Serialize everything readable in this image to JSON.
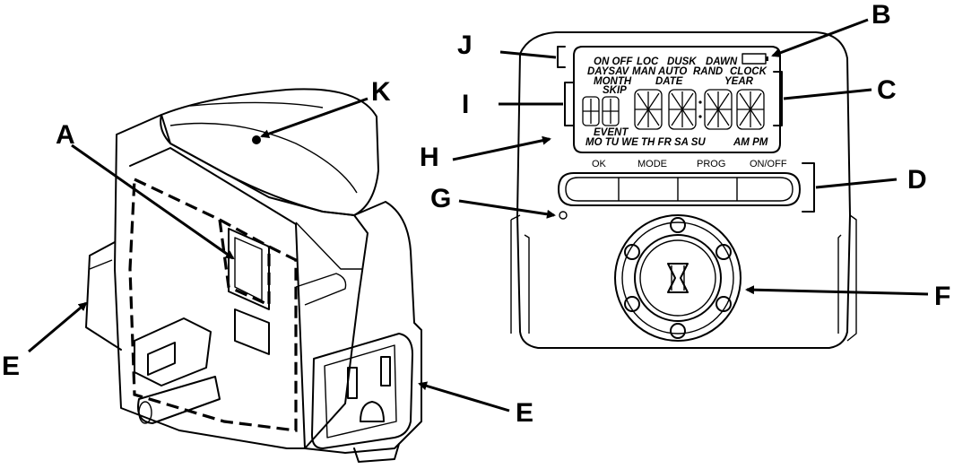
{
  "callouts": {
    "A": "A",
    "B": "B",
    "C": "C",
    "D": "D",
    "E_left": "E",
    "E_right": "E",
    "F": "F",
    "G": "G",
    "H": "H",
    "I": "I",
    "J": "J",
    "K": "K"
  },
  "lcd": {
    "row1": [
      "ON OFF",
      "LOC",
      "DUSK",
      "DAWN"
    ],
    "row2": [
      "DAYSAV",
      "MAN",
      "AUTO",
      "RAND",
      "CLOCK"
    ],
    "row3": [
      "MONTH",
      "DATE",
      "YEAR"
    ],
    "skip": "SKIP",
    "event": "EVENT",
    "days": "MO TU WE TH FR SA SU",
    "ampm": "AM PM"
  },
  "buttons": {
    "ok": "OK",
    "mode": "MODE",
    "prog": "PROG",
    "onoff": "ON/OFF"
  }
}
